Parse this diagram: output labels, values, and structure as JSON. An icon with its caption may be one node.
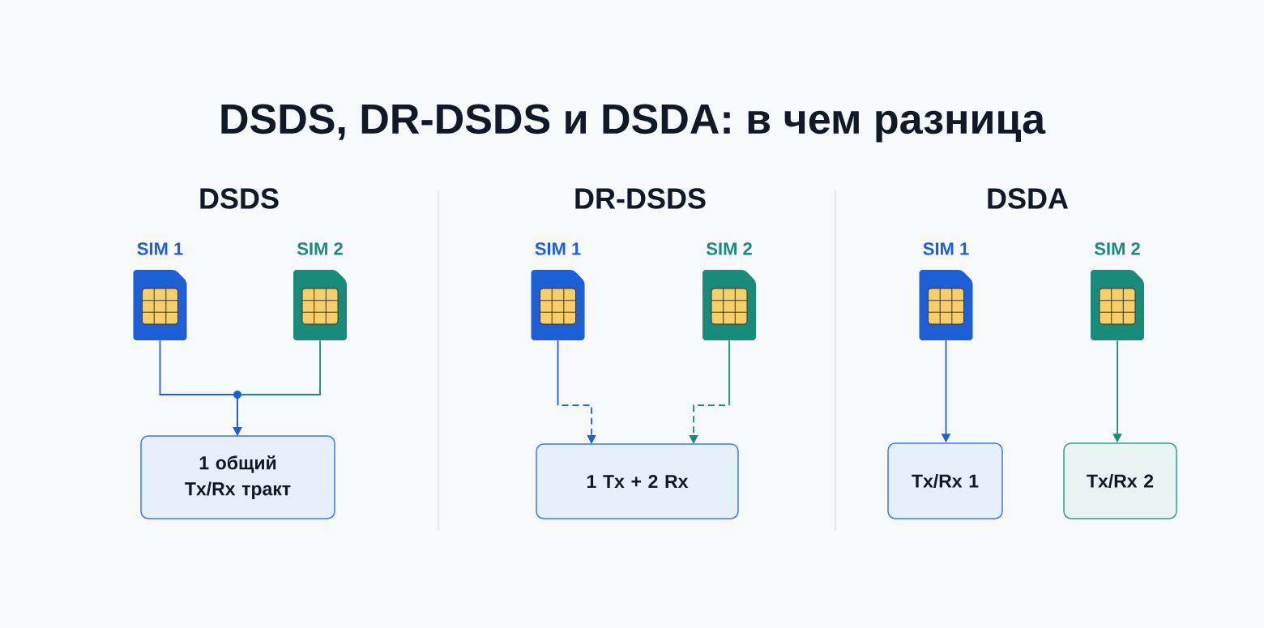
{
  "diagram": {
    "title": "DSDS, DR-DSDS и DSDA: в чем разница",
    "nodes": [
      {
        "text": [
          "SIM 1"
        ]
      },
      {
        "text": [
          "SIM 2"
        ]
      },
      {
        "text": [
          "1 общий Tx/Rx тракт"
        ]
      },
      {
        "text": [
          "SIM 1"
        ]
      },
      {
        "text": [
          "SIM 2"
        ]
      },
      {
        "text": [
          "1 Tx + 2 Rx"
        ]
      },
      {
        "text": [
          "SIM 1"
        ]
      },
      {
        "text": [
          "SIM 2"
        ]
      },
      {
        "text": [
          "Tx/Rx 1"
        ]
      },
      {
        "text": [
          "Tx/Rx 2"
        ]
      }
    ],
    "edges": [
      {
        "from": 0,
        "to": 2,
        "arrow": "to",
        "color": "#1f5fd6"
      },
      {
        "from": 1,
        "to": 2,
        "arrow": "to",
        "color": "#1a8a7a"
      },
      {
        "from": 3,
        "to": 5,
        "arrow": "to",
        "style": "dashed",
        "color": "#1f5fd6"
      },
      {
        "from": 4,
        "to": 5,
        "arrow": "to",
        "style": "dashed",
        "color": "#1a8a7a"
      },
      {
        "from": 6,
        "to": 8,
        "arrow": "to",
        "color": "#1f5fd6"
      },
      {
        "from": 7,
        "to": 9,
        "arrow": "to",
        "color": "#1a8a7a"
      }
    ],
    "labels": [
      "DSDS",
      "DR-DSDS",
      "DSDA"
    ]
  }
}
